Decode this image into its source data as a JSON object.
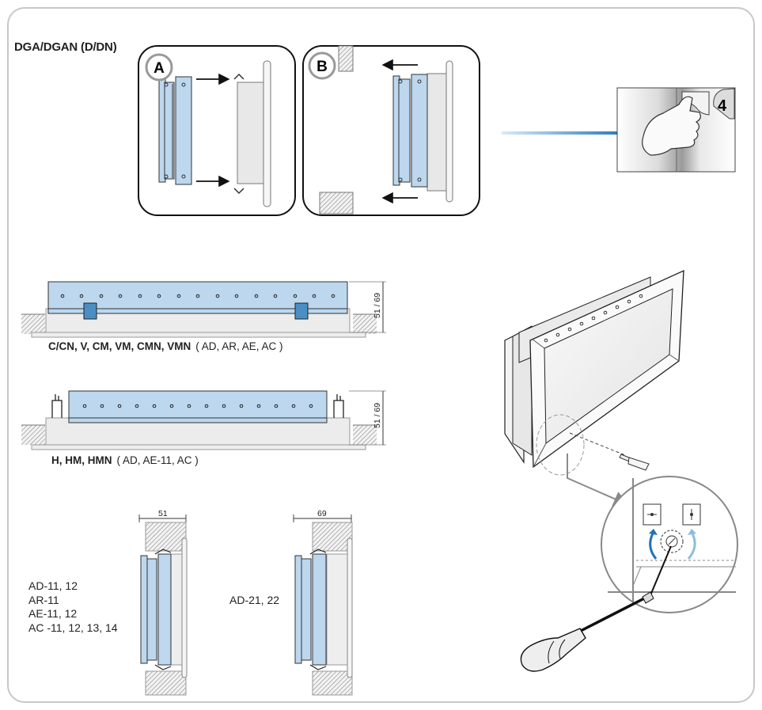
{
  "title": "DGA/DGAN (D/DN)",
  "step_a": "A",
  "step_b": "B",
  "step_number": "4",
  "figure1": {
    "models": "C/CN, V, CM, VM, CMN, VMN",
    "variants": "( AD, AR, AE, AC )",
    "dimension": "51 / 69"
  },
  "figure2": {
    "models": "H, HM, HMN",
    "variants": "( AD, AE-11, AC )",
    "dimension": "51 / 69"
  },
  "depth_51": "51",
  "depth_69": "69",
  "codes_left": [
    "AD-11, 12",
    "AR-11",
    "AE-11, 12",
    "AC -11, 12, 13, 14"
  ],
  "codes_right": "AD-21, 22",
  "colors": {
    "frame_border": "#c8c8c8",
    "blue_fill": "#bcd7ee",
    "arrow_blue": "#1f73b8",
    "grey_rotation": "#9a9a9a"
  }
}
